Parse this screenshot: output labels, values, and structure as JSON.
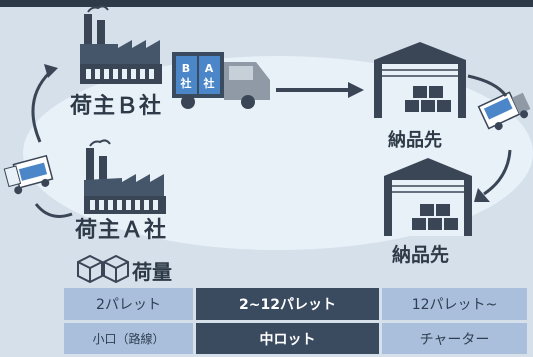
{
  "shippers": {
    "b": {
      "label": "荷主Ｂ社"
    },
    "a": {
      "label": "荷主Ａ社"
    }
  },
  "truck": {
    "cargo_b": {
      "line1": "B",
      "line2": "社"
    },
    "cargo_a": {
      "line1": "A",
      "line2": "社"
    }
  },
  "destinations": {
    "first": {
      "label": "納品先"
    },
    "second": {
      "label": "納品先"
    }
  },
  "volume": {
    "label": "荷量"
  },
  "table": {
    "row1": [
      "2パレット",
      "2~12パレット",
      "12パレット~"
    ],
    "row2": [
      "小口（路線）",
      "中ロット",
      "チャーター"
    ]
  },
  "colors": {
    "background": "#d6e0ea",
    "ellipse": "#e8f0f8",
    "dark_navy": "#2e3a47",
    "cell_light": "#a9bfdb",
    "cell_dark": "#3a4a5f",
    "cargo_blue": "#4a86c8"
  }
}
